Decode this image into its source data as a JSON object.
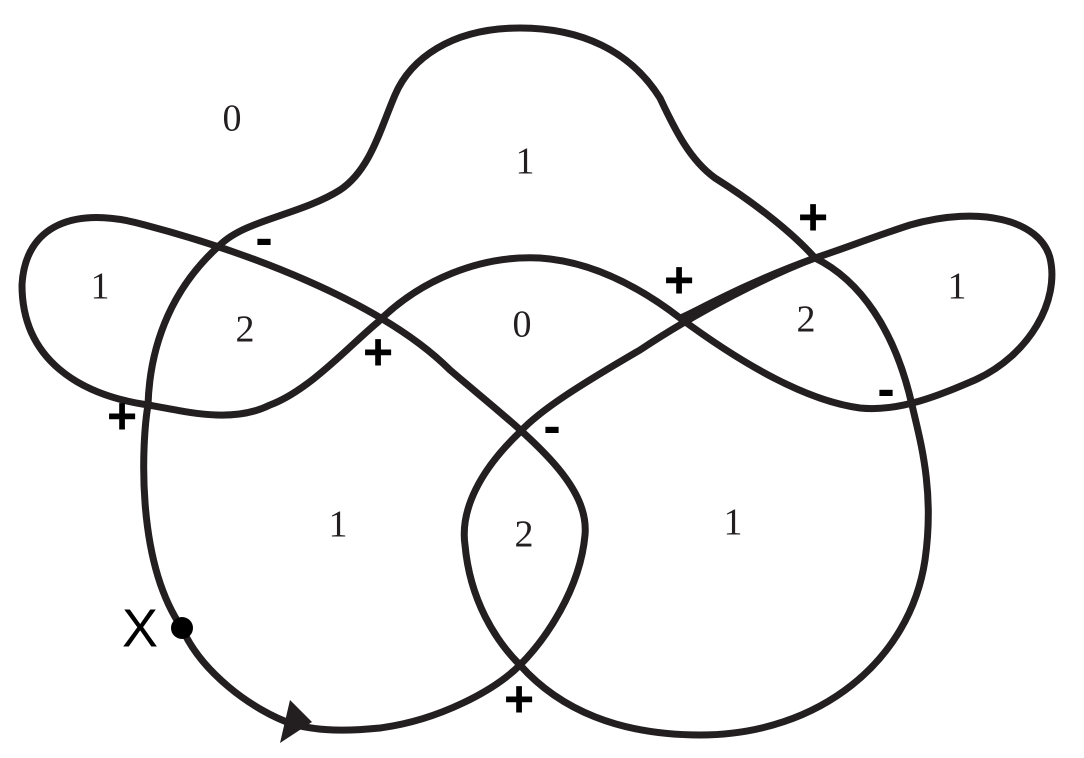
{
  "diagram": {
    "curve_color": "#231f20",
    "region_numbers": [
      "0",
      "1",
      "1",
      "2",
      "0",
      "2",
      "1",
      "1",
      "2",
      "1"
    ],
    "crossing_signs": [
      "-",
      "+",
      "+",
      "+",
      "-",
      "-",
      "+",
      "+"
    ],
    "start_point": {
      "label": "X"
    },
    "direction_marker": "arrow-icon"
  }
}
